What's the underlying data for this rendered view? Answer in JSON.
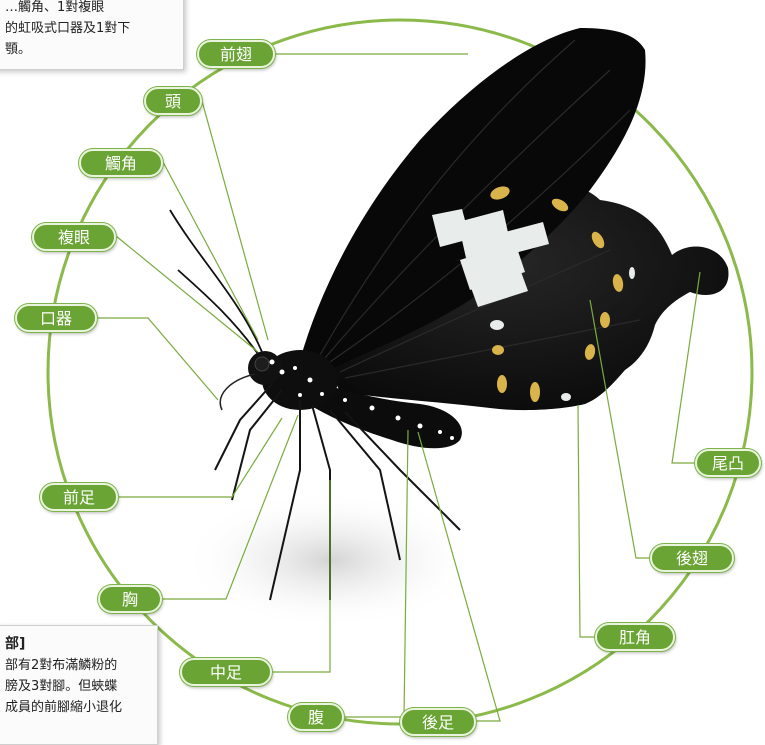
{
  "labels": {
    "forewing": "前翅",
    "head": "頭",
    "antenna": "觸角",
    "compound_eye": "複眼",
    "mouthparts": "口器",
    "foreleg": "前足",
    "thorax": "胸",
    "midleg": "中足",
    "abdomen": "腹",
    "hindleg": "後足",
    "tail": "尾凸",
    "hindwing": "後翅",
    "tornus": "肛角"
  },
  "callout_top": {
    "lines": [
      "…觸角、1對複眼",
      "的虹吸式口器及1對下",
      "顎。"
    ]
  },
  "callout_bottom": {
    "title": "部]",
    "lines": [
      "部有2對布滿鱗粉的",
      "膀及3對腳。但蛺蝶",
      "成員的前腳縮小退化"
    ]
  },
  "colors": {
    "ring": "#8bb94a",
    "label_fill": "#6aa434",
    "leader_line": "#7aab3e",
    "wing": "#0b0b0b",
    "spot_yellow": "#d9b44a",
    "spot_white": "#e8ecea"
  }
}
